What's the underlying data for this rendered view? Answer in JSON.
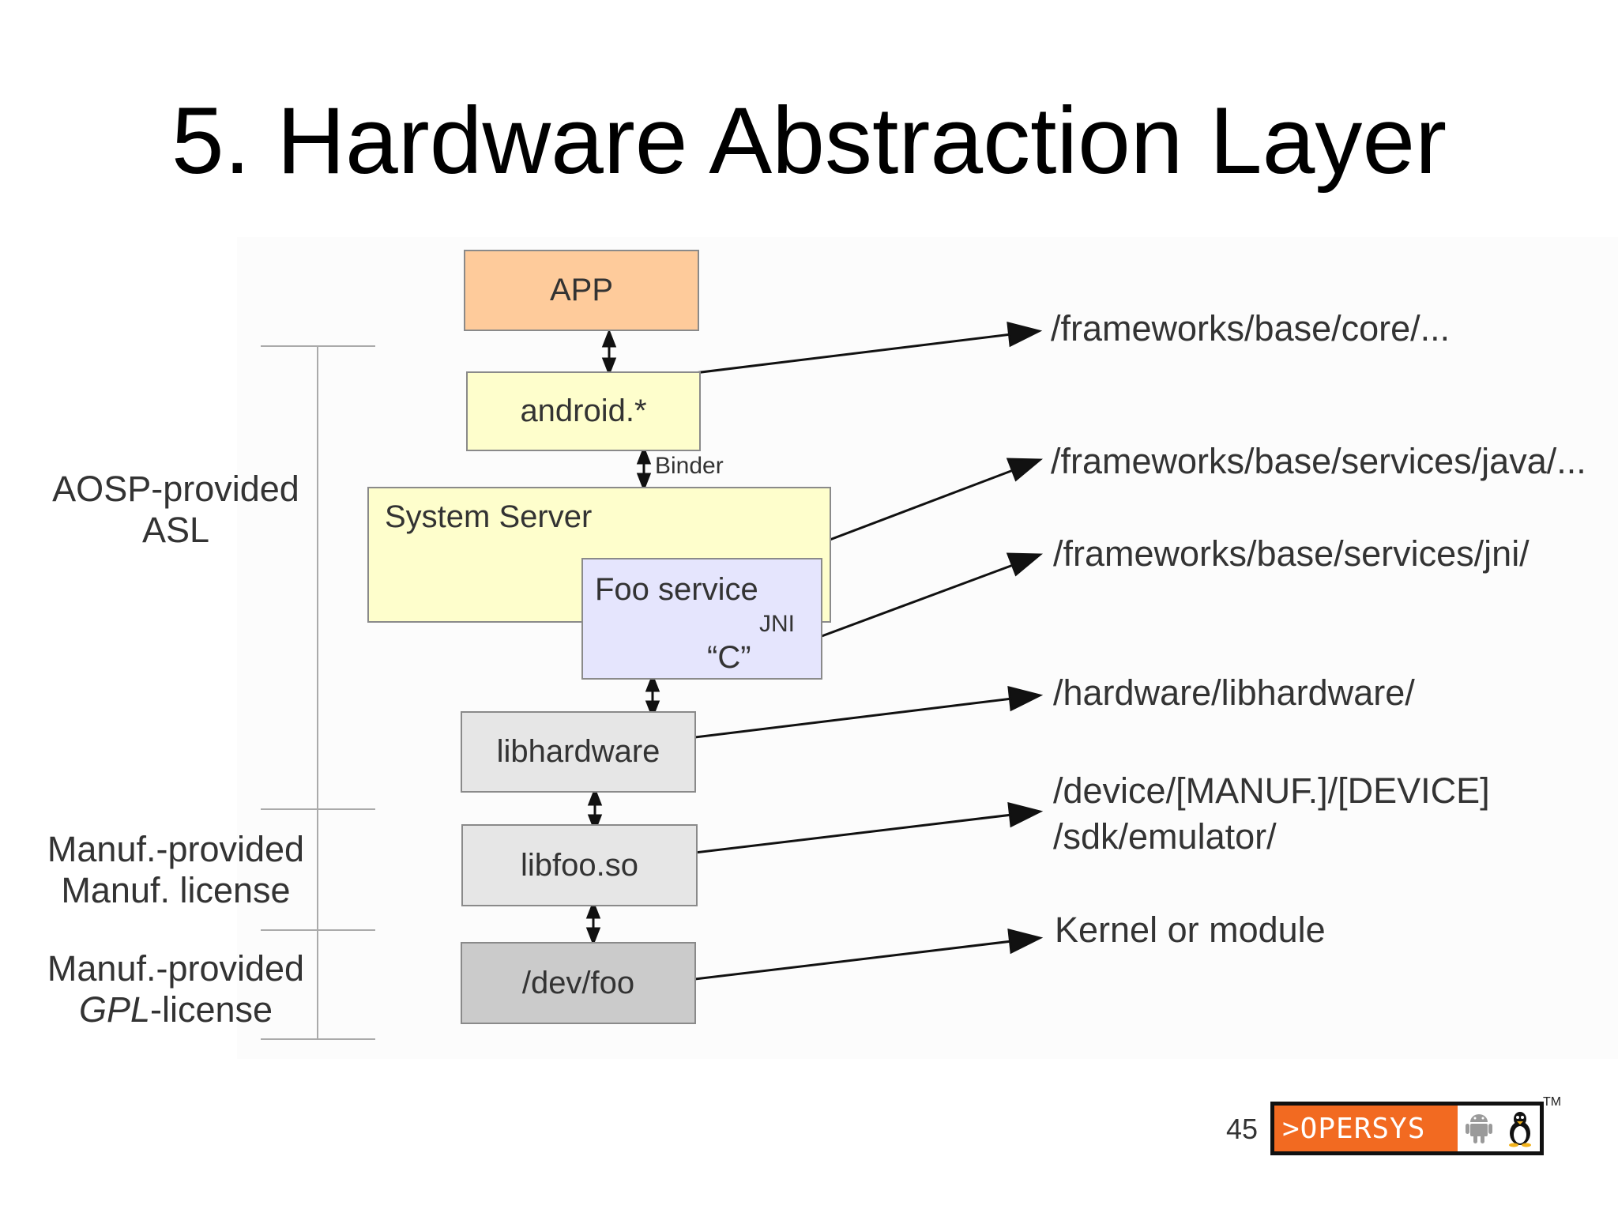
{
  "slide": {
    "title": "5. Hardware Abstraction Layer",
    "page_number": "45"
  },
  "stack": {
    "app": "APP",
    "android": "android.*",
    "binder": "Binder",
    "system_server": "System Server",
    "foo_service": "Foo service",
    "jni": "JNI",
    "c": "“C”",
    "libhardware": "libhardware",
    "libfoo": "libfoo.so",
    "devfoo": "/dev/foo"
  },
  "side_labels": {
    "aosp_line1": "AOSP-provided",
    "aosp_line2": "ASL",
    "manuf1_line1": "Manuf.-provided",
    "manuf1_line2": "Manuf. license",
    "manuf2_line1": "Manuf.-provided",
    "manuf2_gpl": "GPL",
    "manuf2_license": "-license"
  },
  "paths": {
    "core": "/frameworks/base/core/...",
    "services_java": "/frameworks/base/services/java/...",
    "services_jni": "/frameworks/base/services/jni/",
    "libhardware": "/hardware/libhardware/",
    "device_line1": "/device/[MANUF.]/[DEVICE]",
    "device_line2": "/sdk/emulator/",
    "kernel": "Kernel or module"
  },
  "logo": {
    "text": ">OPERSYS",
    "tm": "TM",
    "icons": [
      "android-icon",
      "tux-penguin-icon"
    ]
  },
  "colors": {
    "app": "#fecb9b",
    "android": "#fefecc",
    "system_server": "#fefecc",
    "foo_service": "#e5e5fd",
    "lib": "#e6e6e6",
    "dev": "#cbcbcb",
    "logo_orange": "#f26a21"
  }
}
